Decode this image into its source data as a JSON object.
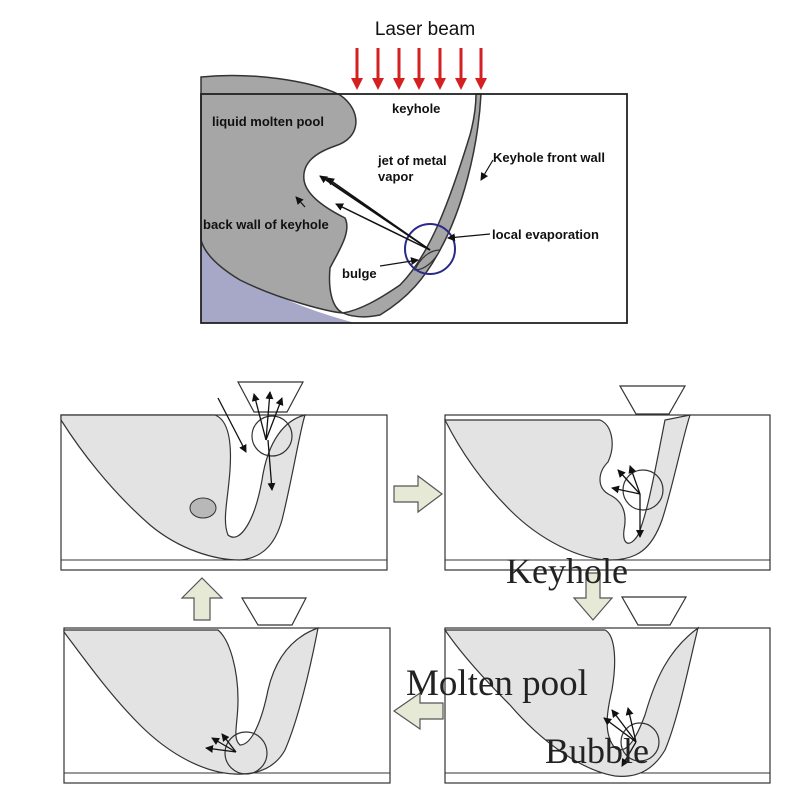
{
  "top_diagram": {
    "header": "Laser beam",
    "labels": {
      "keyhole": "keyhole",
      "liquid_pool": "liquid molten pool",
      "jet_line1": "jet of metal",
      "jet_line2": "vapor",
      "front_wall": "Keyhole front wall",
      "back_wall": "back wall of keyhole",
      "local_evap": "local evaporation",
      "bulge": "bulge"
    },
    "colors": {
      "beam_arrows": "#d42020",
      "molten_pool": "#a6a6a6",
      "solid_region": "#a7a7c8",
      "evaporation_circle": "#2a2a8a"
    }
  },
  "sequence": {
    "labels": {
      "keyhole": "Keyhole",
      "molten_pool": "Molten pool",
      "bubble": "Bubble"
    },
    "colors": {
      "pool_fill": "#e3e3e3",
      "flow_arrow_fill": "#e6e9d6",
      "bubble_fill": "#b8b8b8"
    }
  }
}
